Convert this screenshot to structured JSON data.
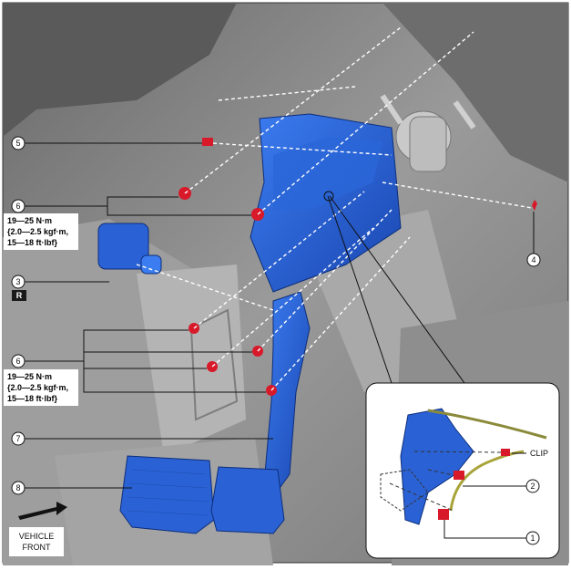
{
  "callouts": [
    {
      "number": "5"
    },
    {
      "number": "6"
    },
    {
      "number": "3"
    },
    {
      "number": "6"
    },
    {
      "number": "7"
    },
    {
      "number": "8"
    },
    {
      "number": "4"
    },
    {
      "number": "2"
    },
    {
      "number": "1"
    }
  ],
  "torque_spec_upper": {
    "line1": "19—25 N·m",
    "line2": "{2.0—2.5 kgf·m,",
    "line3": "15—18 ft·lbf}"
  },
  "torque_spec_lower": {
    "line1": "19—25 N·m",
    "line2": "{2.0—2.5 kgf·m,",
    "line3": "15—18 ft·lbf}"
  },
  "r_badge": "R",
  "clip_label": "CLIP",
  "vehicle_front": {
    "line1": "VEHICLE",
    "line2": "FRONT"
  },
  "colors": {
    "part_blue": "#1f5fd6",
    "fastener_red": "#d8192a",
    "background_gray": "#8a8a8a"
  }
}
